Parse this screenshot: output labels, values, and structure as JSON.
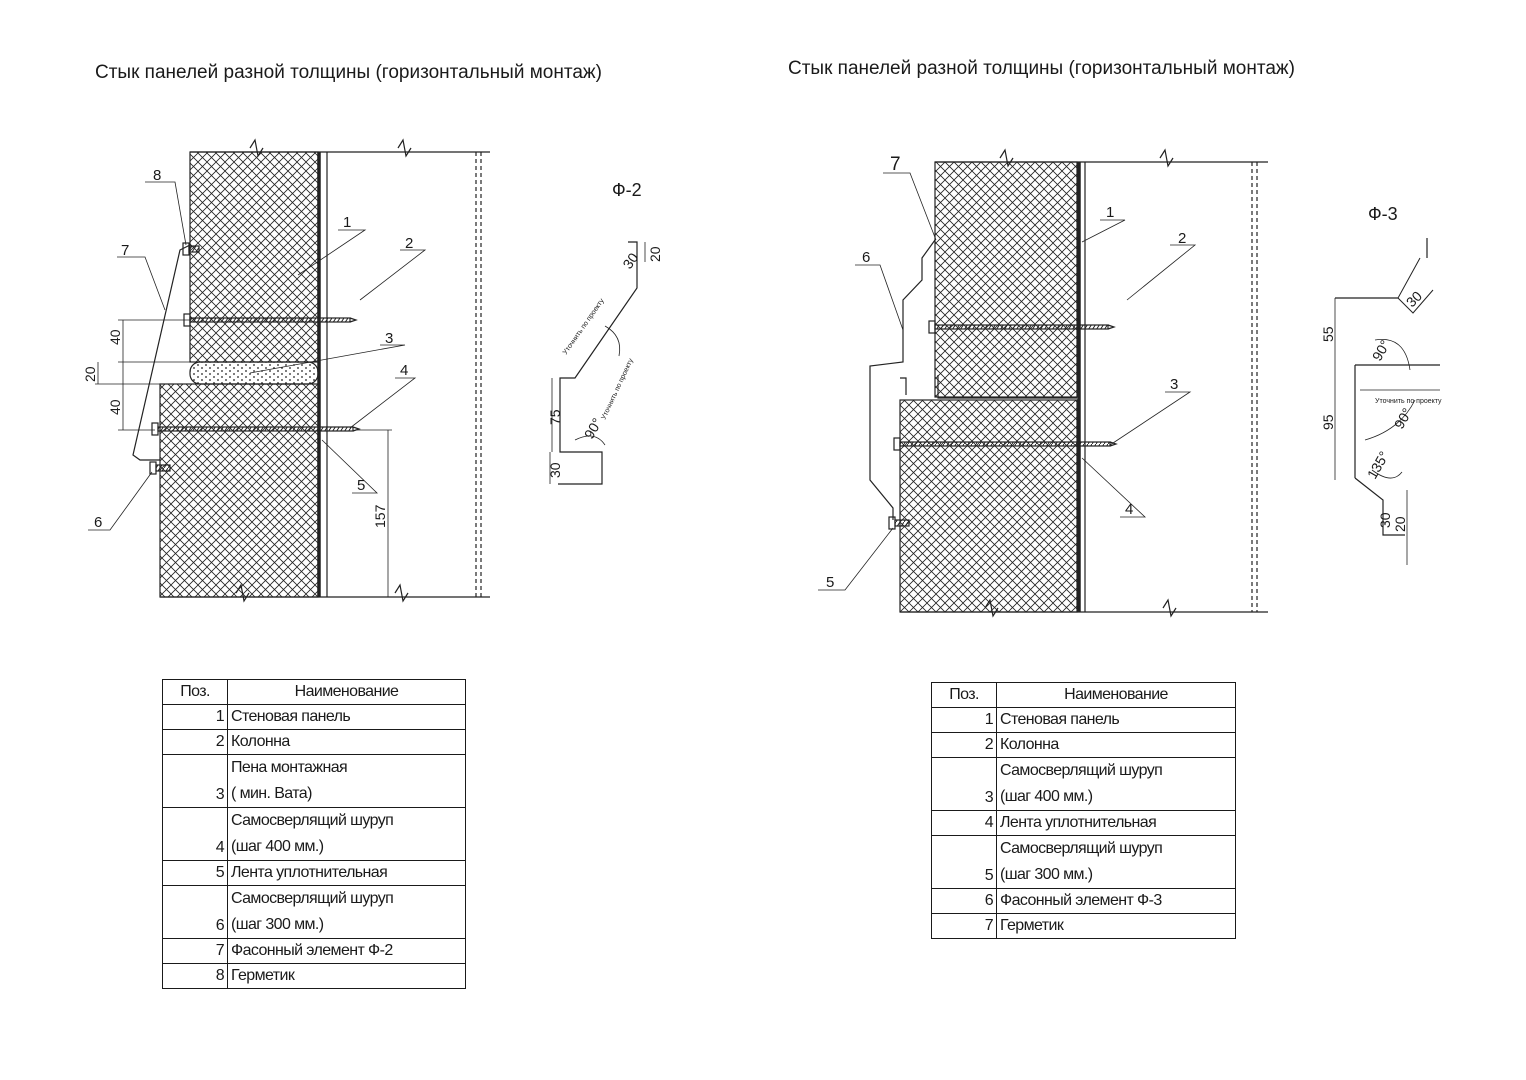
{
  "left": {
    "title": "Стык панелей разной толщины (горизонтальный монтаж)",
    "profile_label": "Ф-2",
    "callouts": [
      "1",
      "2",
      "3",
      "4",
      "5",
      "6",
      "7",
      "8"
    ],
    "dims": [
      "40",
      "20",
      "40",
      "157"
    ],
    "profile_dims": [
      "20",
      "30",
      "75",
      "30"
    ],
    "profile_notes": [
      "Уточнить по проекту",
      "Уточнить по проекту"
    ],
    "profile_angle": "90°",
    "table": {
      "header_pos": "Поз.",
      "header_name": "Наименование",
      "rows": [
        {
          "pos": "1",
          "lines": [
            "Стеновая панель"
          ]
        },
        {
          "pos": "2",
          "lines": [
            "Колонна"
          ]
        },
        {
          "pos": "3",
          "lines": [
            "Пена монтажная",
            "( мин. Вата)"
          ]
        },
        {
          "pos": "4",
          "lines": [
            "Самосверлящий шуруп",
            "(шаг 400 мм.)"
          ]
        },
        {
          "pos": "5",
          "lines": [
            "Лента уплотнительная"
          ]
        },
        {
          "pos": "6",
          "lines": [
            "Самосверлящий шуруп",
            "(шаг 300 мм.)"
          ]
        },
        {
          "pos": "7",
          "lines": [
            "Фасонный элемент Ф-2"
          ]
        },
        {
          "pos": "8",
          "lines": [
            "Герметик"
          ]
        }
      ]
    }
  },
  "right": {
    "title": "Стык панелей разной толщины (горизонтальный монтаж)",
    "profile_label": "Ф-3",
    "callouts": [
      "1",
      "2",
      "3",
      "4",
      "5",
      "6",
      "7"
    ],
    "profile_dims": [
      "30",
      "55",
      "95",
      "30",
      "20"
    ],
    "profile_angles": [
      "90°",
      "90°",
      "135°"
    ],
    "profile_note": "Уточнить по проекту",
    "table": {
      "header_pos": "Поз.",
      "header_name": "Наименование",
      "rows": [
        {
          "pos": "1",
          "lines": [
            "Стеновая панель"
          ]
        },
        {
          "pos": "2",
          "lines": [
            "Колонна"
          ]
        },
        {
          "pos": "3",
          "lines": [
            "Самосверлящий шуруп",
            "(шаг 400 мм.)"
          ]
        },
        {
          "pos": "4",
          "lines": [
            "Лента уплотнительная"
          ]
        },
        {
          "pos": "5",
          "lines": [
            "Самосверлящий шуруп",
            "(шаг 300 мм.)"
          ]
        },
        {
          "pos": "6",
          "lines": [
            "Фасонный элемент Ф-3"
          ]
        },
        {
          "pos": "7",
          "lines": [
            "Герметик"
          ]
        }
      ]
    }
  }
}
